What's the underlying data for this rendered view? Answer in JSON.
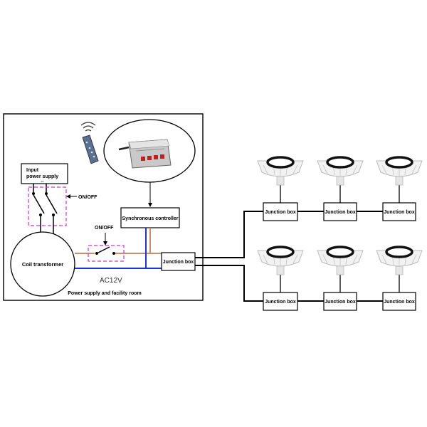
{
  "room": {
    "caption": "Power supply and facility room",
    "input_supply_label_1": "Input",
    "input_supply_label_2": "power supply",
    "input_supply_symbol": "~",
    "switch_main_label": "ON/OFF",
    "switch_aux_label": "ON/OFF",
    "transformer_label": "Coil transformer",
    "voltage_label": "AC12V",
    "controller_label": "Synchronous controller",
    "junction_label": "Junction box"
  },
  "junction_boxes": [
    {
      "label": "Junction box"
    },
    {
      "label": "Junction box"
    },
    {
      "label": "Junction box"
    },
    {
      "label": "Junction box"
    },
    {
      "label": "Junction box"
    },
    {
      "label": "Junction box"
    }
  ],
  "colors": {
    "brown_wire": "#c8906c",
    "blue_wire": "#2233cc",
    "switch_dash": "#cc33cc",
    "line": "#000000"
  },
  "icons": [
    "remote-control-icon",
    "wireless-signal-icon",
    "controller-device-icon",
    "light-fixture-icon"
  ]
}
